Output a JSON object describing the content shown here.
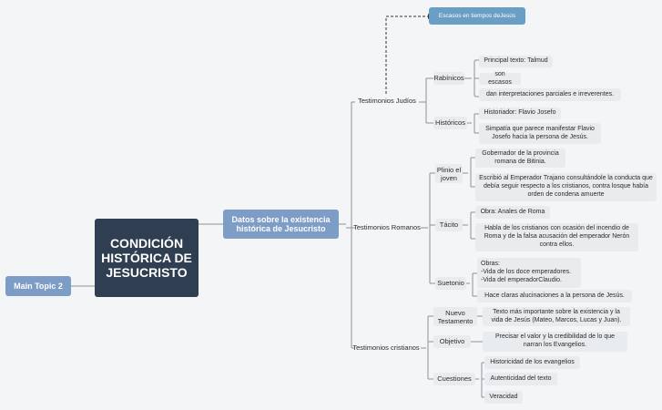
{
  "main_topic_2": "Main Topic 2",
  "central": "CONDICIÓN HISTÓRICA DE JESUCRISTO",
  "main_branch": "Datos sobre la existencia histórica de Jesucristo",
  "callout": "Escasos en tiempos deJesús",
  "judios": {
    "label": "Testimonios Judíos",
    "rabinicos": {
      "label": "Rabínicos",
      "items": [
        "Principal texto: Talmud",
        "son escasos",
        "dan interpretaciones parciales e irreverentes."
      ]
    },
    "historicos": {
      "label": "Históricos",
      "items": [
        "Historiador: Flavio Josefo",
        "Simpatía que parece manifestar Flavio Josefo hacia la persona de Jesús."
      ]
    }
  },
  "romanos": {
    "label": "Testimonios Romanos",
    "plinio": {
      "label": "Plinio el joven",
      "items": [
        "Gobernador de la provincia romana de Bitinia.",
        "Escribió al Emperador Trajano consultándole la conducta que debía seguir respecto a los cristianos, contra losque había orden de condena amuerte"
      ]
    },
    "tacito": {
      "label": "Tácito",
      "items": [
        "Obra: Anales de Roma",
        "Habla de los cristianos con ocasión del incendio de Roma y de la falsa acusación del emperador Nerón contra ellos."
      ]
    },
    "suetonio": {
      "label": "Suetonio",
      "items": [
        "Obras:\n-Vida de los doce emperadores.\n-Vida del emperadorClaudio.",
        "Hace claras alucinaciones a la persona de Jesús."
      ]
    }
  },
  "cristianos": {
    "label": "Testimonios cristianos",
    "nuevo": {
      "label": "Nuevo Testamento",
      "items": [
        "Texto más importante sobre la existencia y la vida de Jesús (Mateo, Marcos, Lucas y Juan)."
      ]
    },
    "objetivo": {
      "label": "Objetivo",
      "items": [
        "Precisar el valor y la credibilidad de lo que narran los Evangelios."
      ]
    },
    "cuestiones": {
      "label": "Cuestiones",
      "items": [
        "Historicidad de los evangelios",
        "Autenticidad del texto",
        "Veracidad"
      ]
    }
  },
  "colors": {
    "background": "#f3f5f7",
    "central": "#2f3e50",
    "branch": "#7d9cc6",
    "callout": "#6b9ec4",
    "leaf": "#e9ecef",
    "line": "#8a929b"
  }
}
